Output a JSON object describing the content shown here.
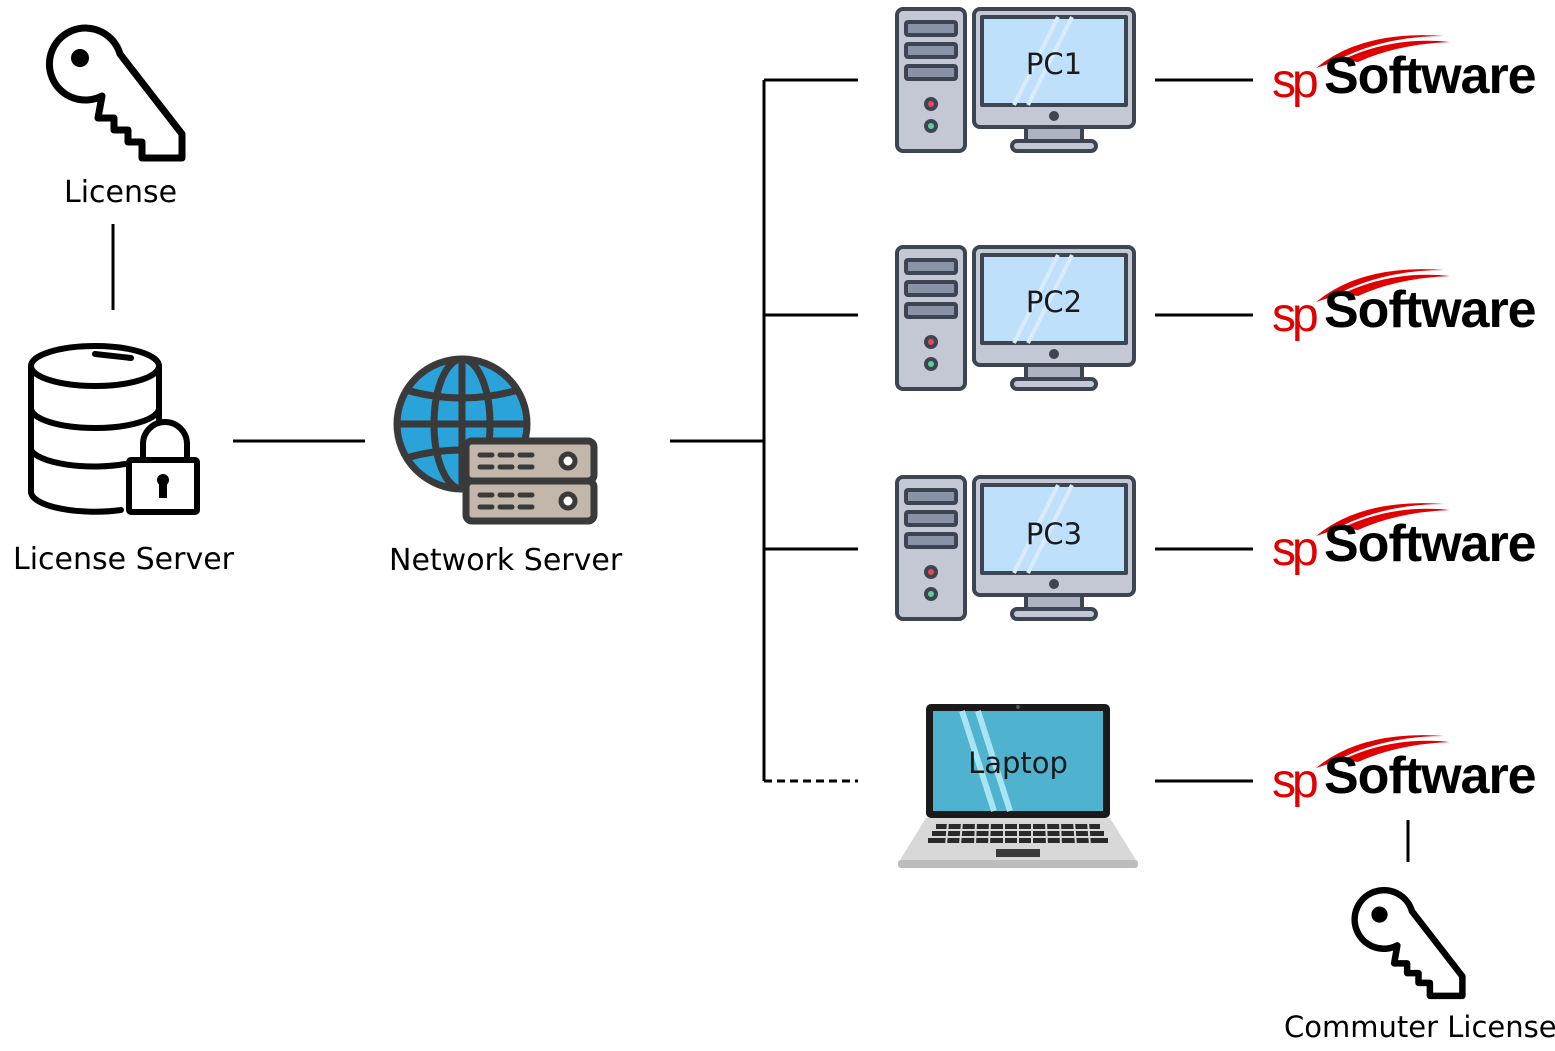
{
  "nodes": {
    "license": "License",
    "license_server": "License Server",
    "network_server": "Network Server",
    "commuter_license": "Commuter License"
  },
  "clients": [
    {
      "screen": "PC1"
    },
    {
      "screen": "PC2"
    },
    {
      "screen": "PC3"
    },
    {
      "screen": "Laptop"
    }
  ],
  "logo": {
    "sp": "sp",
    "software": "Software"
  },
  "colors": {
    "line": "#000000",
    "globe": "#29a3d9",
    "monitor_screen": "#bfe0fb",
    "laptop_screen": "#4fb3cf",
    "logo_red": "#e00000"
  }
}
